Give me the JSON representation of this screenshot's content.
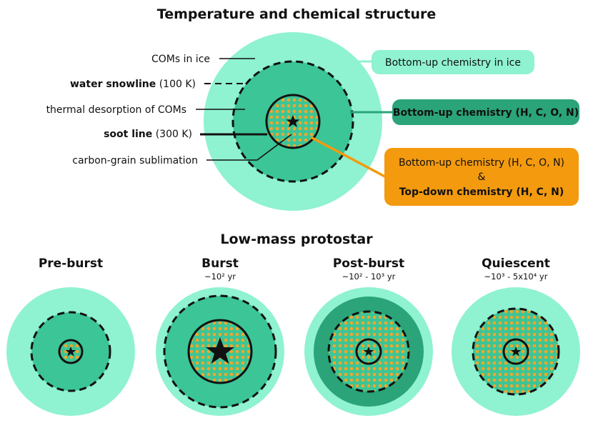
{
  "colors": {
    "light_green": "#8ff2d1",
    "mid_green": "#3cc597",
    "dark_green": "#2aa478",
    "orange": "#f39a0f",
    "dot_orange": "#f3a62a",
    "line_dark": "#111111"
  },
  "top": {
    "title": "Temperature and chemical structure",
    "labels": {
      "coms_in_ice": "COMs in ice",
      "water_snowline_bold": "water snowline",
      "water_snowline_temp": " (100 K)",
      "thermal_desorption": "thermal desorption of COMs",
      "soot_line_bold": "soot line",
      "soot_line_temp": " (300 K)",
      "carbon_grain": "carbon-grain sublimation"
    },
    "boxes": {
      "ice": "Bottom-up chemistry in ice",
      "bottom_up": "Bottom-up chemistry (H, C, O, N)",
      "orange_line1": "Bottom-up chemistry (H, C, O, N)",
      "orange_amp": "&",
      "orange_line2": "Top-down chemistry (H, C, N)"
    }
  },
  "bottom": {
    "title": "Low-mass protostar",
    "stages": [
      {
        "name": "Pre-burst",
        "time": ""
      },
      {
        "name": "Burst",
        "time": "~10² yr"
      },
      {
        "name": "Post-burst",
        "time": "~10² - 10³ yr"
      },
      {
        "name": "Quiescent",
        "time": "~10³ - 5x10⁴ yr"
      }
    ]
  }
}
